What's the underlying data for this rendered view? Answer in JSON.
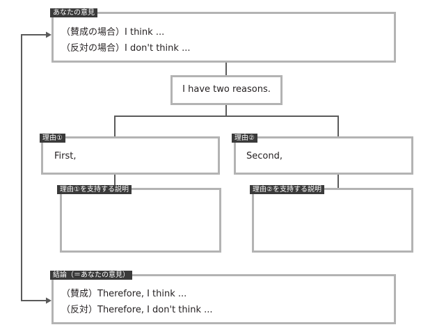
{
  "opinion": {
    "tag": "あなたの意見",
    "line_agree": "（賛成の場合）I think  ...",
    "line_disagree": "（反対の場合）I don't think  ..."
  },
  "center": {
    "text": "I have two reasons."
  },
  "reason1": {
    "tag": "理由①",
    "text": "First,"
  },
  "reason2": {
    "tag": "理由②",
    "text": "Second,"
  },
  "support1": {
    "tag": "理由①を支持する説明"
  },
  "support2": {
    "tag": "理由②を支持する説明"
  },
  "conclusion": {
    "tag": "結論（＝あなたの意見）",
    "line_agree": "（賛成）Therefore, I think  ...",
    "line_disagree": "（反対）Therefore, I don't think ..."
  },
  "colors": {
    "box_border": "#b3b3b3",
    "tag_bg": "#3a3a3a",
    "connector": "#5a5a5a"
  }
}
